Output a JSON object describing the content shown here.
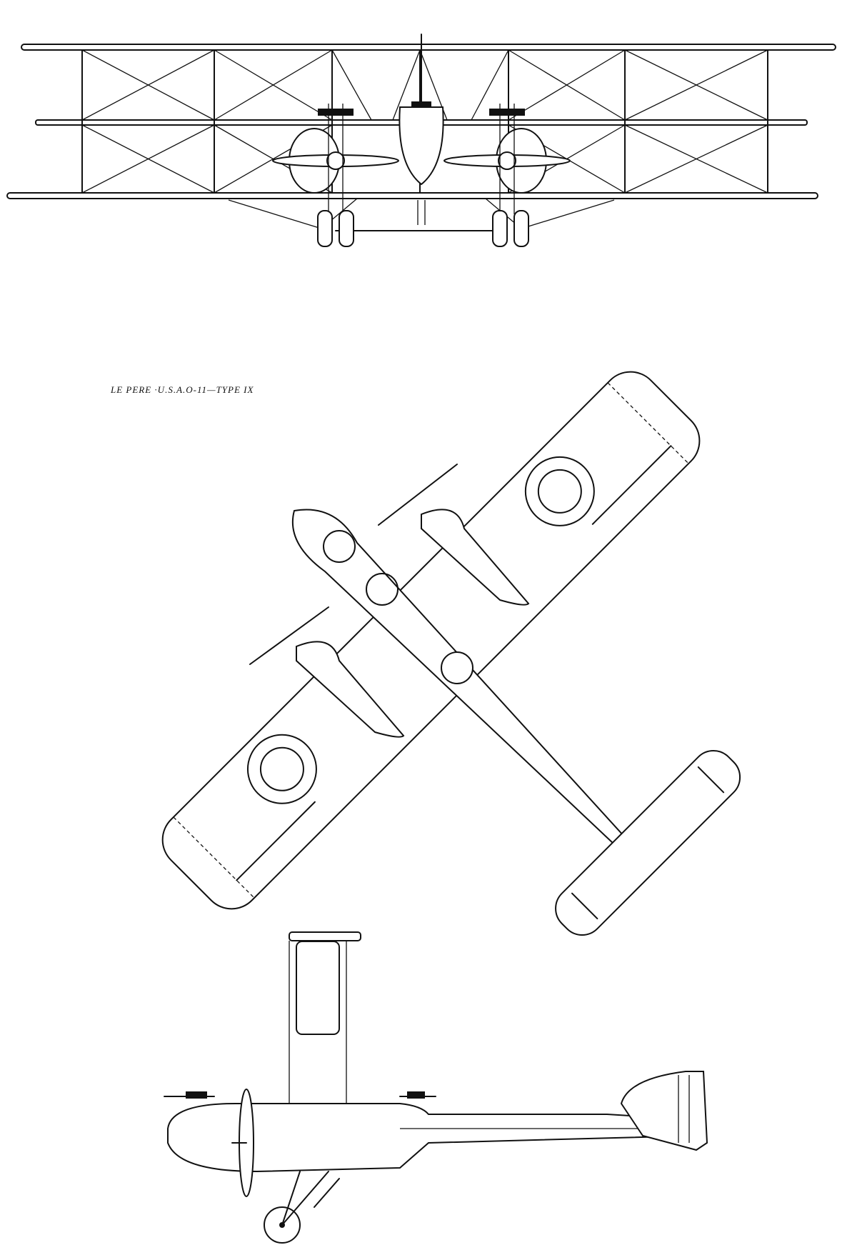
{
  "drawing": {
    "caption": "LE PERE ·U.S.A.O-11—TYPE IX",
    "line_color": "#111111",
    "background": "#ffffff",
    "views": [
      "front-view",
      "plan-view",
      "side-view"
    ]
  }
}
